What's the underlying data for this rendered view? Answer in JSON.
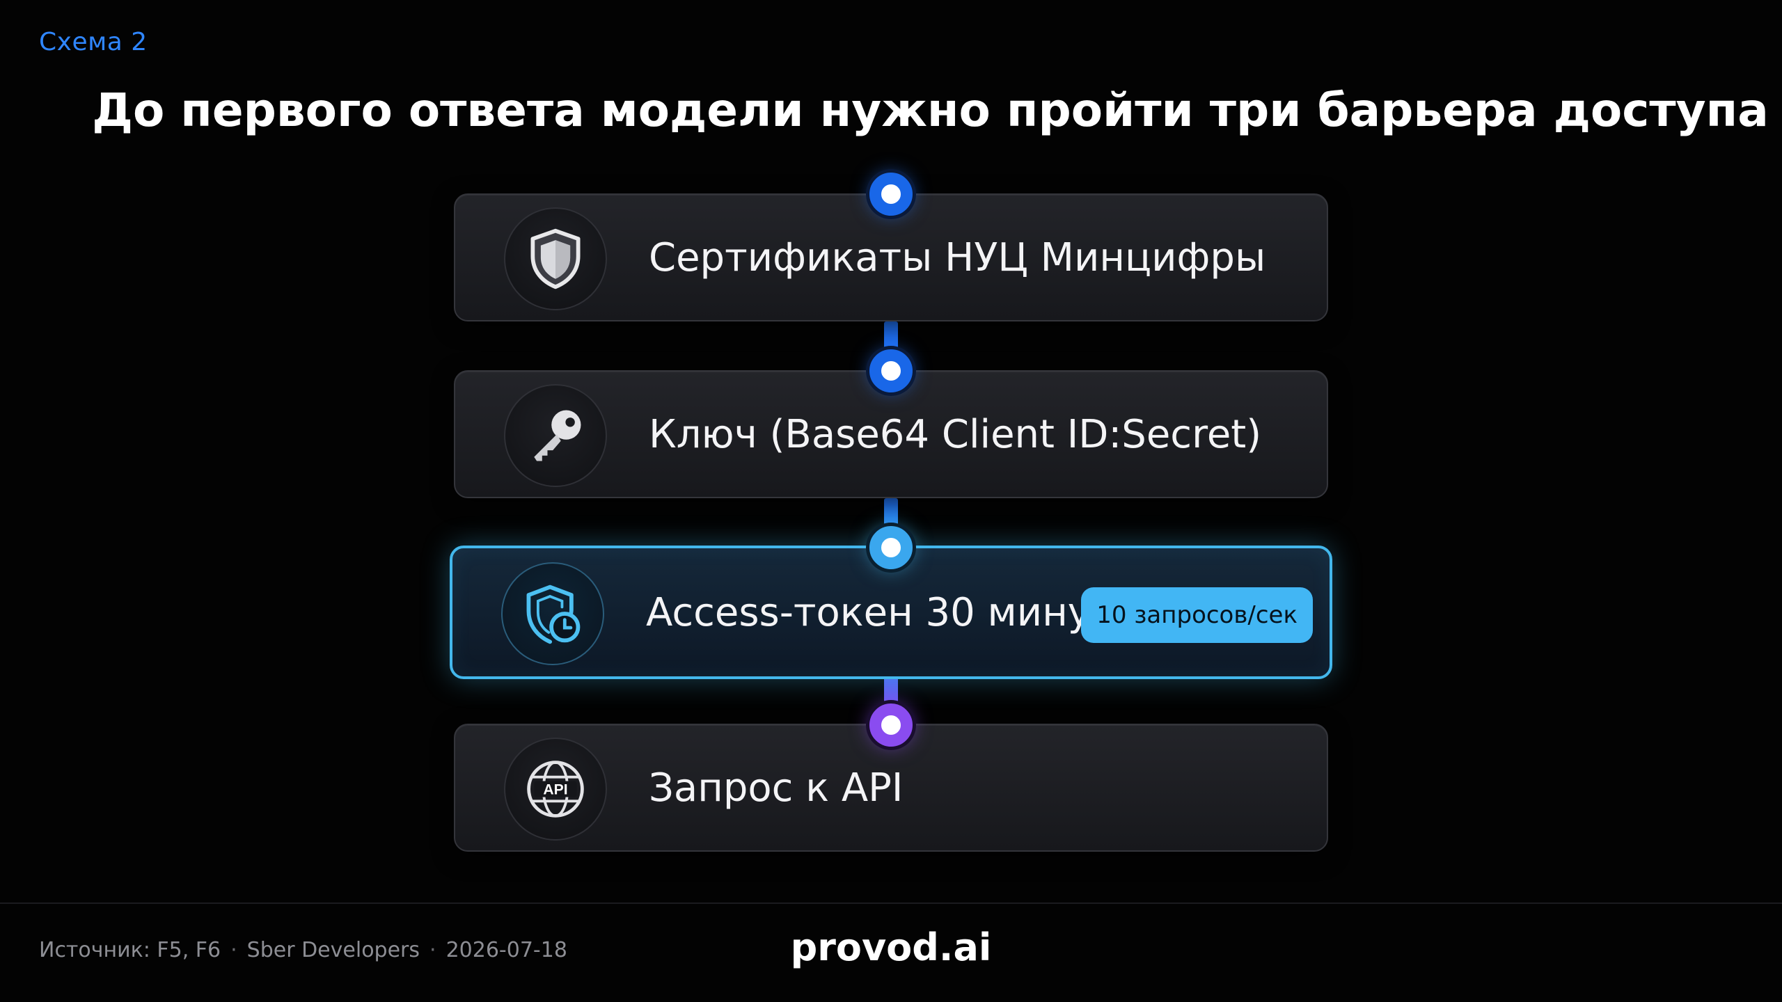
{
  "header": {
    "eyebrow": "Схема 2",
    "title": "До первого ответа модели нужно пройти три барьера доступа"
  },
  "steps": [
    {
      "label": "Сертификаты НУЦ Минцифры",
      "icon": "shield-icon"
    },
    {
      "label": "Ключ (Base64 Client ID:Secret)",
      "icon": "key-icon"
    },
    {
      "label": "Access-токен 30 минут",
      "icon": "shield-clock-icon",
      "badge": "10 запросов/сек",
      "active": true
    },
    {
      "label": "Запрос к API",
      "icon": "api-globe-icon"
    }
  ],
  "icon_labels": {
    "api": "API"
  },
  "colors": {
    "background": "#030303",
    "accent_blue": "#1967e8",
    "accent_cyan": "#43b7ec",
    "accent_purple": "#8a4cf0",
    "badge": "#42b6f4"
  },
  "footer": {
    "source": "Источник: F5, F6",
    "publisher": "Sber Developers",
    "date": "2026-07-18",
    "separator": "·",
    "brand": "provod.ai"
  }
}
